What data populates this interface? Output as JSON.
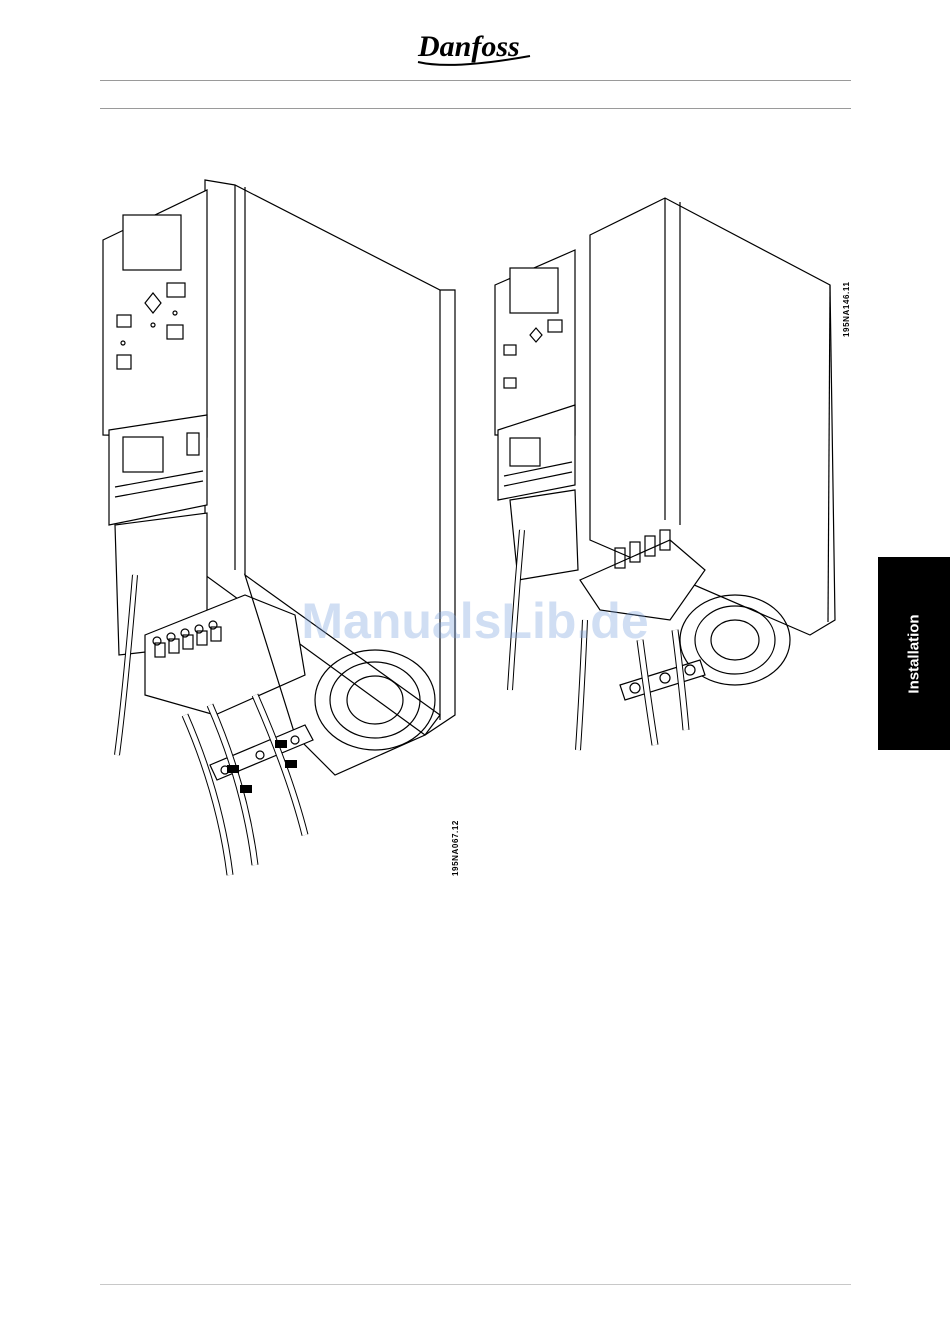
{
  "header": {
    "logo_text": "Danfoss"
  },
  "figures": [
    {
      "code": "195NA067.12"
    },
    {
      "code": "195NA146.11"
    }
  ],
  "side_tab": {
    "label": "Installation"
  },
  "watermark": {
    "text": "ManualsLib.de"
  },
  "colors": {
    "tab": "#000000",
    "rule": "#9a9a9a",
    "watermark": "#78a0dc"
  }
}
